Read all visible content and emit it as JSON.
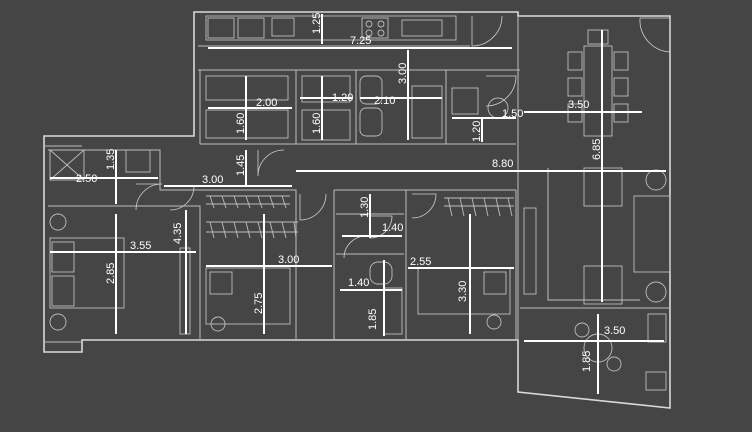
{
  "plan": {
    "dimensions": [
      {
        "id": "kitchen-width",
        "text": "7.25"
      },
      {
        "id": "kitchen-height",
        "text": "1.25"
      },
      {
        "id": "utility-height",
        "text": "3.00"
      },
      {
        "id": "dining-width",
        "text": "3.50"
      },
      {
        "id": "living-height",
        "text": "6.85"
      },
      {
        "id": "storage-width",
        "text": "2.00"
      },
      {
        "id": "storage-height",
        "text": "1.60"
      },
      {
        "id": "pantry-width",
        "text": "1.20"
      },
      {
        "id": "pantry-height",
        "text": "1.60"
      },
      {
        "id": "laundry-width",
        "text": "2.10"
      },
      {
        "id": "wc-width",
        "text": "1.50"
      },
      {
        "id": "wc-height",
        "text": "1.20"
      },
      {
        "id": "corridor-length",
        "text": "8.80"
      },
      {
        "id": "bath1-height",
        "text": "1.35"
      },
      {
        "id": "bath1-width",
        "text": "2.50"
      },
      {
        "id": "hall-width",
        "text": "3.00"
      },
      {
        "id": "hall-height",
        "text": "1.45"
      },
      {
        "id": "master-width",
        "text": "3.55"
      },
      {
        "id": "master-height",
        "text": "2.85"
      },
      {
        "id": "master-depth",
        "text": "4.35"
      },
      {
        "id": "bed2-width",
        "text": "3.00"
      },
      {
        "id": "bed2-height",
        "text": "2.75"
      },
      {
        "id": "closet-height",
        "text": "1.30"
      },
      {
        "id": "closet-width",
        "text": "1.40"
      },
      {
        "id": "bath2-width",
        "text": "1.40"
      },
      {
        "id": "bath2-height",
        "text": "1.85"
      },
      {
        "id": "bed3-width",
        "text": "2.55"
      },
      {
        "id": "bed3-height",
        "text": "3.30"
      },
      {
        "id": "terrace-width",
        "text": "3.50"
      },
      {
        "id": "terrace-height",
        "text": "1.85"
      }
    ]
  }
}
